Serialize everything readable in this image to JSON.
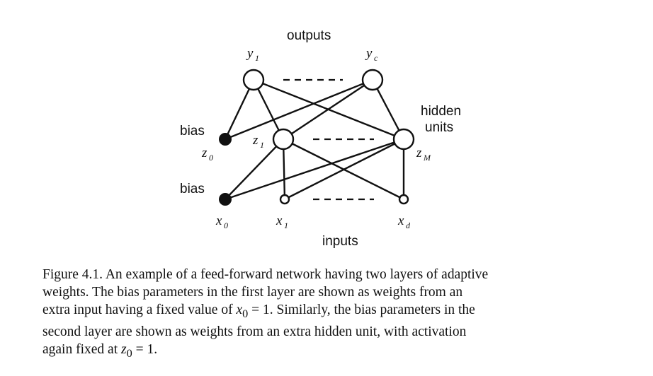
{
  "diagram": {
    "labels": {
      "outputs": "outputs",
      "hidden_units_line1": "hidden",
      "hidden_units_line2": "units",
      "inputs": "inputs",
      "bias_hidden": "bias",
      "bias_input": "bias"
    },
    "nodes": {
      "y1": {
        "base": "y",
        "sub": "1"
      },
      "yc": {
        "base": "y",
        "sub": "c"
      },
      "z0": {
        "base": "z",
        "sub": "0"
      },
      "z1": {
        "base": "z",
        "sub": "1"
      },
      "zM": {
        "base": "z",
        "sub": "M"
      },
      "x0": {
        "base": "x",
        "sub": "0"
      },
      "x1": {
        "base": "x",
        "sub": "1"
      },
      "xd": {
        "base": "x",
        "sub": "d"
      }
    }
  },
  "caption": {
    "line1": "Figure 4.1. An example of a feed-forward network having two layers of adaptive",
    "line2": "weights. The bias parameters in the first layer are shown as weights from an",
    "line3_a": "extra input having a fixed value of ",
    "line3_math": "x",
    "line3_sub": "0",
    "line3_b": " = 1. Similarly, the bias parameters in the",
    "line4": "second layer are shown as weights from an extra hidden unit, with activation",
    "line5_a": "again fixed at ",
    "line5_math": "z",
    "line5_sub": "0",
    "line5_b": " = 1."
  }
}
